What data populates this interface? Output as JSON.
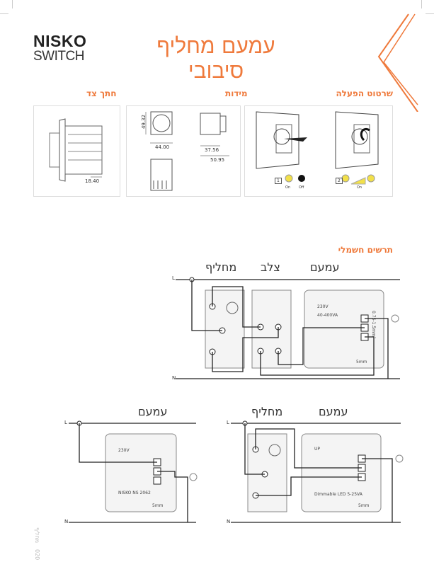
{
  "brand": {
    "line1": "NISKO",
    "line2": "SWITCH"
  },
  "title": "עמעם מחליף סיבובי",
  "sections": {
    "operation": "שרטוט הפעלה",
    "dimensions": "מידות",
    "side_cut": "חתך צד",
    "wiring": "תרשים חשמלי"
  },
  "dimensions": {
    "height": "49.32",
    "width": "44.00",
    "depth_body": "37.56",
    "depth_total": "50.95",
    "side": "18.40"
  },
  "operation": {
    "step1": "1",
    "step2": "2",
    "on": "On",
    "off": "Off",
    "on2": "On"
  },
  "wiring": {
    "labels": {
      "dimmer": "עמעם",
      "switch": "מחליף",
      "cross": "צלב",
      "line": "L",
      "neutral": "N"
    },
    "module_text": {
      "volt": "230V",
      "model": "NISKO NS 2062",
      "led": "Dimmable LED 5-25VA",
      "range": "40-400VA",
      "strip": "5mm",
      "wire": "0.75-1.5mm²",
      "up": "UP"
    }
  },
  "footer": {
    "vertical_label": "מחליף",
    "page": "020"
  },
  "colors": {
    "accent": "#ef7a3c"
  }
}
